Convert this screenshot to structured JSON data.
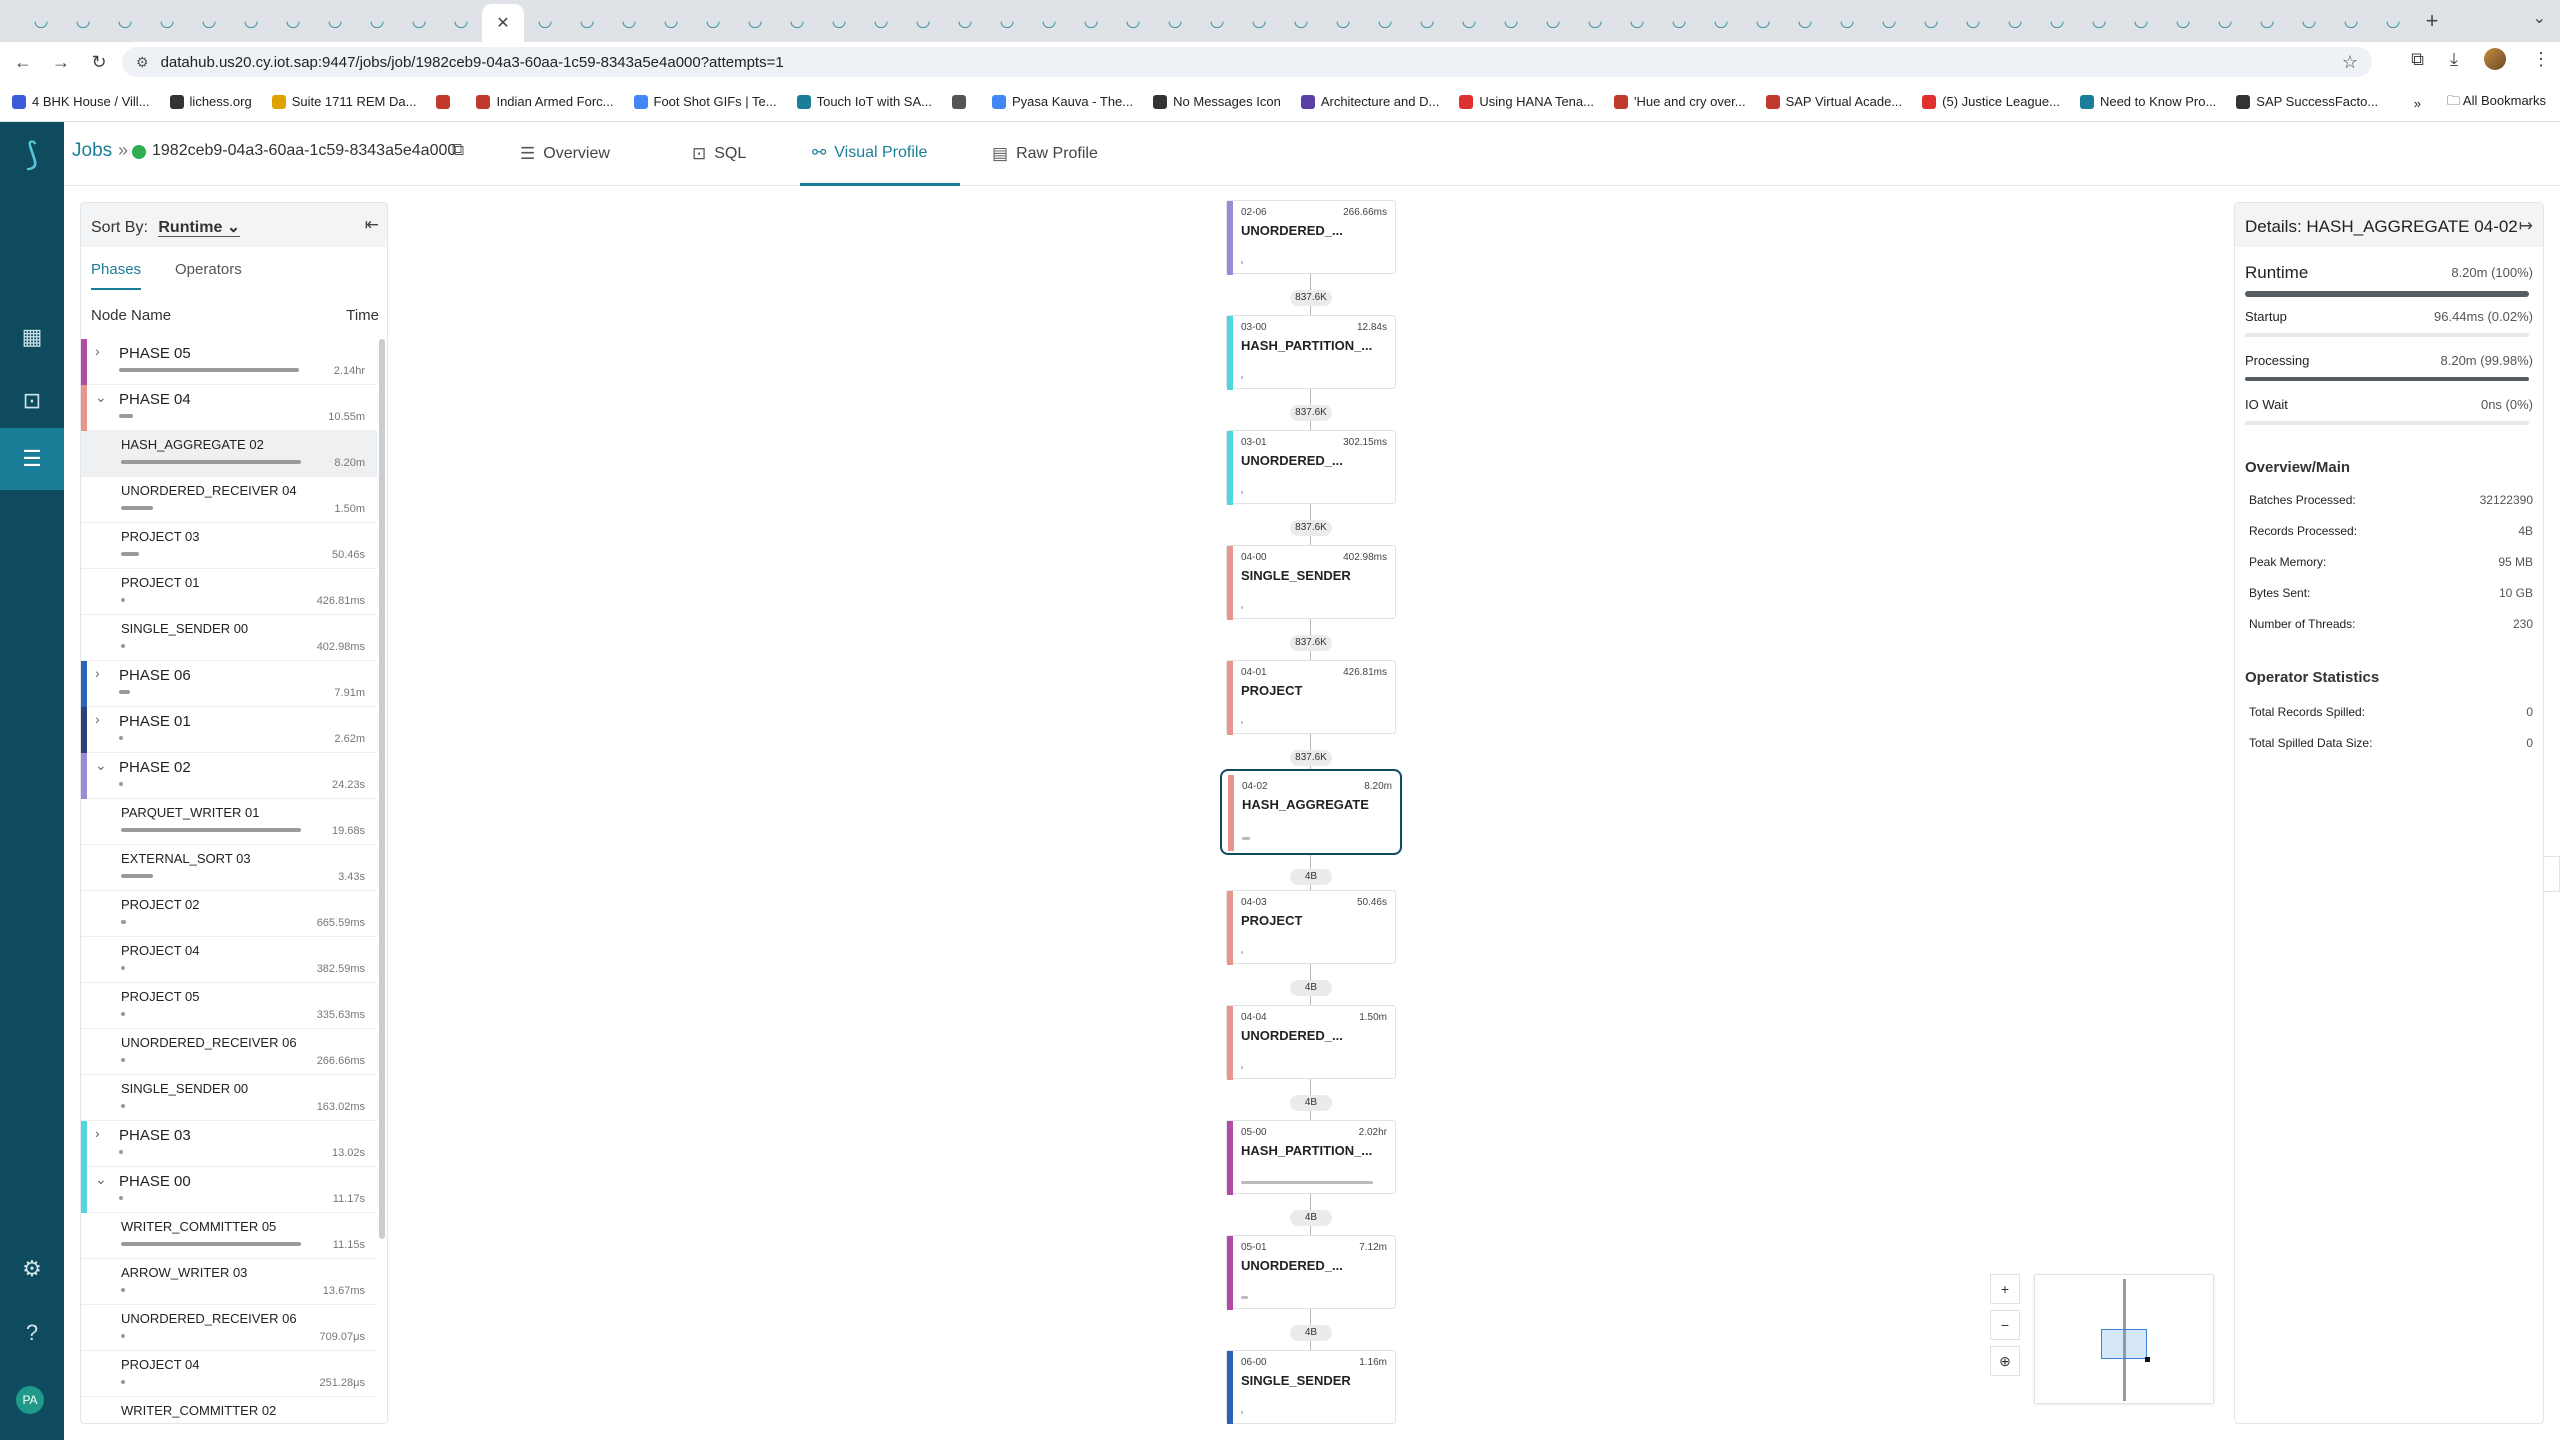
{
  "browser": {
    "url": "datahub.us20.cy.iot.sap:9447/jobs/job/1982ceb9-04a3-60aa-1c59-8343a5e4a000?attempts=1",
    "tab_count": 57,
    "bookmarks": [
      {
        "label": "4 BHK House / Vill...",
        "color": "#3b5bdb"
      },
      {
        "label": "lichess.org",
        "color": "#333333"
      },
      {
        "label": "Suite 1711 REM Da...",
        "color": "#e0a200"
      },
      {
        "label": "",
        "color": "#c0392b"
      },
      {
        "label": "Indian Armed Forc...",
        "color": "#c0392b"
      },
      {
        "label": "Foot Shot GIFs | Te...",
        "color": "#4285f4"
      },
      {
        "label": "Touch IoT with SA...",
        "color": "#1b7e98"
      },
      {
        "label": "",
        "color": "#555555"
      },
      {
        "label": "Pyasa Kauva - The...",
        "color": "#4285f4"
      },
      {
        "label": "No Messages Icon",
        "color": "#333333"
      },
      {
        "label": "Architecture and D...",
        "color": "#5b3fa8"
      },
      {
        "label": "Using HANA Tena...",
        "color": "#e03131"
      },
      {
        "label": "'Hue and cry over...",
        "color": "#c0392b"
      },
      {
        "label": "SAP Virtual Acade...",
        "color": "#c0392b"
      },
      {
        "label": "(5) Justice League...",
        "color": "#e03131"
      },
      {
        "label": "Need to Know Pro...",
        "color": "#1b7e98"
      },
      {
        "label": "SAP SuccessFacto...",
        "color": "#333333"
      }
    ],
    "all_bookmarks": "All Bookmarks"
  },
  "header": {
    "jobs_link": "Jobs",
    "separator": "»",
    "job_id": "1982ceb9-04a3-60aa-1c59-8343a5e4a000",
    "tabs": [
      {
        "label": "Overview",
        "icon": "list-icon"
      },
      {
        "label": "SQL",
        "icon": "terminal-icon"
      },
      {
        "label": "Visual Profile",
        "icon": "profile-icon"
      },
      {
        "label": "Raw Profile",
        "icon": "document-icon"
      }
    ],
    "active_tab": "Visual Profile"
  },
  "left_panel": {
    "sort_by_label": "Sort By:",
    "sort_by_value": "Runtime",
    "tabs": [
      "Phases",
      "Operators"
    ],
    "active_tab": "Phases",
    "col_node": "Node Name",
    "col_time": "Time",
    "rows": [
      {
        "kind": "phase",
        "label": "PHASE 05",
        "time": "2.14hr",
        "color": "#b24aa6",
        "bar": 1.0,
        "expanded": false
      },
      {
        "kind": "phase",
        "label": "PHASE 04",
        "time": "10.55m",
        "color": "#e8968b",
        "bar": 0.08,
        "expanded": true
      },
      {
        "kind": "op",
        "label": "HASH_AGGREGATE 02",
        "time": "8.20m",
        "bar": 1.0,
        "selected": true
      },
      {
        "kind": "op",
        "label": "UNORDERED_RECEIVER 04",
        "time": "1.50m",
        "bar": 0.18
      },
      {
        "kind": "op",
        "label": "PROJECT 03",
        "time": "50.46s",
        "bar": 0.1
      },
      {
        "kind": "op",
        "label": "PROJECT 01",
        "time": "426.81ms",
        "bar": 0.0
      },
      {
        "kind": "op",
        "label": "SINGLE_SENDER 00",
        "time": "402.98ms",
        "bar": 0.0
      },
      {
        "kind": "phase",
        "label": "PHASE 06",
        "time": "7.91m",
        "color": "#2e62b8",
        "bar": 0.06,
        "expanded": false
      },
      {
        "kind": "phase",
        "label": "PHASE 01",
        "time": "2.62m",
        "color": "#2e3f7a",
        "bar": 0.02,
        "expanded": false
      },
      {
        "kind": "phase",
        "label": "PHASE 02",
        "time": "24.23s",
        "color": "#9b8cd6",
        "bar": 0.0,
        "expanded": true
      },
      {
        "kind": "op",
        "label": "PARQUET_WRITER 01",
        "time": "19.68s",
        "bar": 1.0
      },
      {
        "kind": "op",
        "label": "EXTERNAL_SORT 03",
        "time": "3.43s",
        "bar": 0.18
      },
      {
        "kind": "op",
        "label": "PROJECT 02",
        "time": "665.59ms",
        "bar": 0.03
      },
      {
        "kind": "op",
        "label": "PROJECT 04",
        "time": "382.59ms",
        "bar": 0.01
      },
      {
        "kind": "op",
        "label": "PROJECT 05",
        "time": "335.63ms",
        "bar": 0.01
      },
      {
        "kind": "op",
        "label": "UNORDERED_RECEIVER 06",
        "time": "266.66ms",
        "bar": 0.01
      },
      {
        "kind": "op",
        "label": "SINGLE_SENDER 00",
        "time": "163.02ms",
        "bar": 0.0
      },
      {
        "kind": "phase",
        "label": "PHASE 03",
        "time": "13.02s",
        "color": "#4fd6de",
        "bar": 0.0,
        "expanded": false
      },
      {
        "kind": "phase",
        "label": "PHASE 00",
        "time": "11.17s",
        "color": "#4fd6de",
        "bar": 0.0,
        "expanded": true
      },
      {
        "kind": "op",
        "label": "WRITER_COMMITTER 05",
        "time": "11.15s",
        "bar": 1.0
      },
      {
        "kind": "op",
        "label": "ARROW_WRITER 03",
        "time": "13.67ms",
        "bar": 0.0
      },
      {
        "kind": "op",
        "label": "UNORDERED_RECEIVER 06",
        "time": "709.07μs",
        "bar": 0.0
      },
      {
        "kind": "op",
        "label": "PROJECT 04",
        "time": "251.28μs",
        "bar": 0.0
      },
      {
        "kind": "op",
        "label": "WRITER_COMMITTER 02",
        "time": "",
        "bar": 0.0
      }
    ]
  },
  "graph": {
    "nodes": [
      {
        "id": "02-06",
        "time": "266.66ms",
        "name": "UNORDERED_...",
        "color": "#9b8cd6",
        "bar": 0.0
      },
      {
        "id": "03-00",
        "time": "12.84s",
        "name": "HASH_PARTITION_...",
        "color": "#4fd6de",
        "bar": 0.0
      },
      {
        "id": "03-01",
        "time": "302.15ms",
        "name": "UNORDERED_...",
        "color": "#4fd6de",
        "bar": 0.0
      },
      {
        "id": "04-00",
        "time": "402.98ms",
        "name": "SINGLE_SENDER",
        "color": "#e8968b",
        "bar": 0.0
      },
      {
        "id": "04-01",
        "time": "426.81ms",
        "name": "PROJECT",
        "color": "#e8968b",
        "bar": 0.0
      },
      {
        "id": "04-02",
        "time": "8.20m",
        "name": "HASH_AGGREGATE",
        "color": "#e8968b",
        "bar": 0.06,
        "selected": true
      },
      {
        "id": "04-03",
        "time": "50.46s",
        "name": "PROJECT",
        "color": "#e8968b",
        "bar": 0.0
      },
      {
        "id": "04-04",
        "time": "1.50m",
        "name": "UNORDERED_...",
        "color": "#e8968b",
        "bar": 0.0
      },
      {
        "id": "05-00",
        "time": "2.02hr",
        "name": "HASH_PARTITION_...",
        "color": "#b24aa6",
        "bar": 0.94
      },
      {
        "id": "05-01",
        "time": "7.12m",
        "name": "UNORDERED_...",
        "color": "#b24aa6",
        "bar": 0.05
      },
      {
        "id": "06-00",
        "time": "1.16m",
        "name": "SINGLE_SENDER",
        "color": "#2e62b8",
        "bar": 0.0
      }
    ],
    "edges": [
      "837.6K",
      "837.6K",
      "837.6K",
      "837.6K",
      "837.6K",
      "4B",
      "4B",
      "4B",
      "4B",
      "4B"
    ]
  },
  "minimap": {
    "zoom_in": "+",
    "zoom_out": "−",
    "fit": "⊕"
  },
  "details": {
    "title": "Details: HASH_AGGREGATE 04-02",
    "runtime_label": "Runtime",
    "runtime_value": "8.20m (100%)",
    "runtime_fraction": 1.0,
    "metrics": [
      {
        "label": "Startup",
        "value": "96.44ms (0.02%)",
        "fraction": 0.0
      },
      {
        "label": "Processing",
        "value": "8.20m (99.98%)",
        "fraction": 1.0
      },
      {
        "label": "IO Wait",
        "value": "0ns (0%)",
        "fraction": 0.0
      }
    ],
    "overview_title": "Overview/Main",
    "overview": [
      {
        "k": "Batches Processed:",
        "v": "32122390"
      },
      {
        "k": "Records Processed:",
        "v": "4B"
      },
      {
        "k": "Peak Memory:",
        "v": "95 MB"
      },
      {
        "k": "Bytes Sent:",
        "v": "10 GB"
      },
      {
        "k": "Number of Threads:",
        "v": "230"
      }
    ],
    "opstats_title": "Operator Statistics",
    "opstats": [
      {
        "k": "Total Records Spilled:",
        "v": "0"
      },
      {
        "k": "Total Spilled Data Size:",
        "v": "0"
      }
    ]
  },
  "rail": {
    "avatar": "PA"
  }
}
